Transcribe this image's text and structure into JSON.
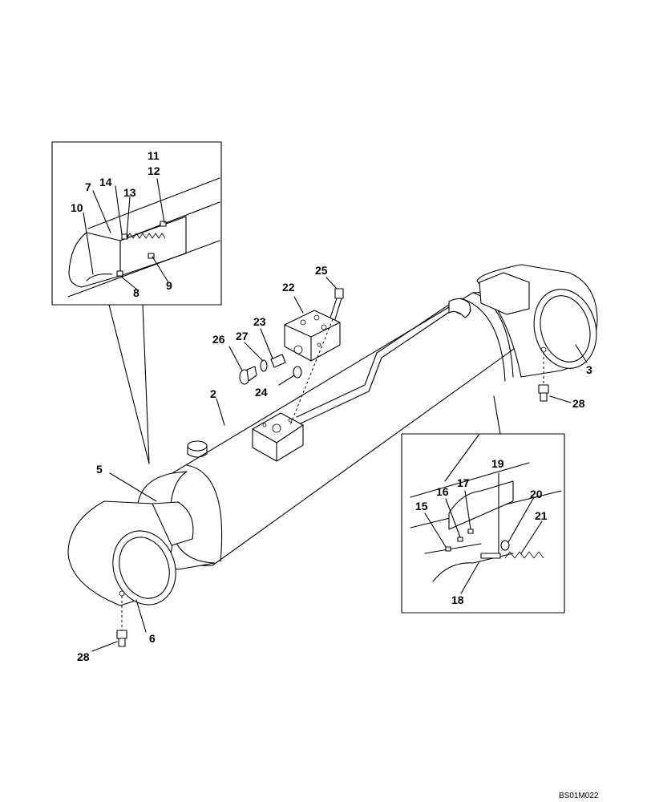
{
  "diagram": {
    "drawing_code": "BS01M022",
    "callouts": {
      "c2": "2",
      "c3": "3",
      "c5": "5",
      "c6": "6",
      "c7": "7",
      "c8": "8",
      "c9": "9",
      "c10": "10",
      "c11": "11",
      "c12": "12",
      "c13": "13",
      "c14": "14",
      "c15": "15",
      "c16": "16",
      "c17": "17",
      "c18": "18",
      "c19": "19",
      "c20": "20",
      "c21": "21",
      "c22": "22",
      "c23": "23",
      "c24": "24",
      "c25": "25",
      "c26": "26",
      "c27": "27",
      "c28a": "28",
      "c28b": "28"
    }
  }
}
